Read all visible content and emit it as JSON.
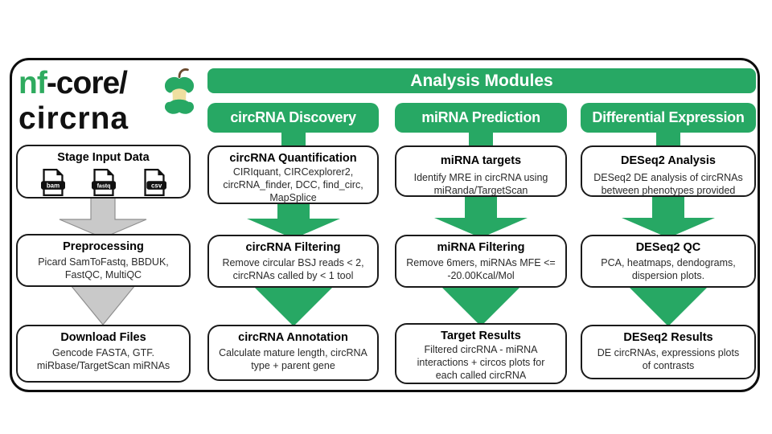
{
  "colors": {
    "green": "#27a864",
    "logo_green": "#2fab5f",
    "arrow_gray": "#c9c9c9",
    "arrow_gray_border": "#8f8f8f",
    "box_border": "#1a1a1a",
    "apple_core_cream": "#efdfa0",
    "apple_stem_brown": "#6b4a2f"
  },
  "logo": {
    "nf": "nf",
    "core": "-core/",
    "pipeline": "circrna"
  },
  "analysis_header": "Analysis Modules",
  "input": {
    "title": "Stage Input Data",
    "files": [
      {
        "label": "bam"
      },
      {
        "label": "fastq"
      },
      {
        "label": "csv"
      }
    ]
  },
  "preprocessing": {
    "title": "Preprocessing",
    "body": "Picard SamToFastq, BBDUK,\nFastQC, MultiQC"
  },
  "download": {
    "title": "Download Files",
    "body": "Gencode FASTA, GTF.\nmiRbase/TargetScan miRNAs"
  },
  "columns": [
    {
      "header": "circRNA Discovery",
      "box1": {
        "title": "circRNA Quantification",
        "body": "CIRIquant, CIRCexplorer2,\ncircRNA_finder, DCC, find_circ,\nMapSplice"
      },
      "box2": {
        "title": "circRNA Filtering",
        "body": "Remove circular BSJ reads < 2,\ncircRNAs called by < 1 tool"
      },
      "box3": {
        "title": "circRNA Annotation",
        "body": "Calculate mature length, circRNA\ntype + parent gene"
      }
    },
    {
      "header": "miRNA Prediction",
      "box1": {
        "title": "miRNA targets",
        "body": "Identify MRE in circRNA using\nmiRanda/TargetScan"
      },
      "box2": {
        "title": "miRNA Filtering",
        "body": "Remove 6mers, miRNAs MFE <=\n-20.00Kcal/Mol"
      },
      "box3": {
        "title": "Target Results",
        "body": "Filtered circRNA - miRNA\ninteractions + circos plots for\neach called circRNA"
      }
    },
    {
      "header": "Differential Expression",
      "box1": {
        "title": "DESeq2 Analysis",
        "body": "DESeq2 DE analysis of circRNAs\nbetween phenotypes provided"
      },
      "box2": {
        "title": "DESeq2 QC",
        "body": "PCA, heatmaps, dendograms,\ndispersion plots."
      },
      "box3": {
        "title": "DESeq2 Results",
        "body": "DE circRNAs, expressions plots\nof contrasts"
      }
    }
  ]
}
